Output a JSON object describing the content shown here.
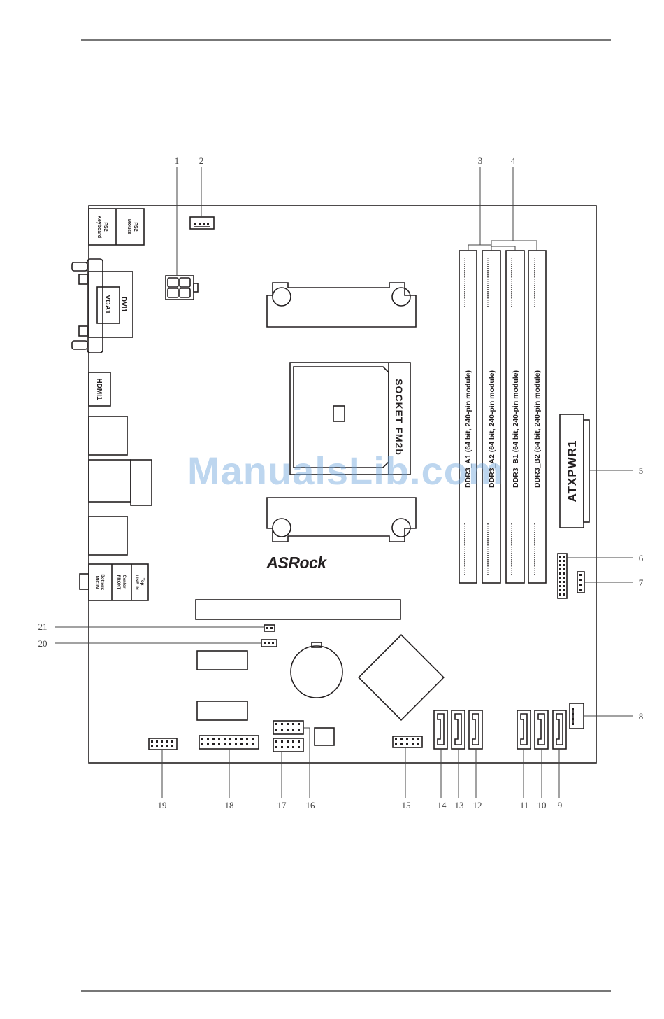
{
  "watermark": "ManualsLib.com",
  "brand_logo": "ASRock",
  "components": {
    "ps2_mouse": [
      "PS2",
      "Mouse"
    ],
    "ps2_keyboard": [
      "PS2",
      "Keyboard"
    ],
    "dvi": "DVI1",
    "vga": "VGA1",
    "hdmi": "HDMI1",
    "socket": "SOCKET FM2b",
    "atx_power": "ATXPWR1",
    "audio_top": [
      "Top:",
      "LINE IN"
    ],
    "audio_center": [
      "Center:",
      "FRONT"
    ],
    "audio_bottom": [
      "Bottom:",
      "MIC IN"
    ],
    "dimm_slots": [
      "DDR3_A1 (64 bit, 240-pin module)",
      "DDR3_A2 (64 bit, 240-pin module)",
      "DDR3_B1 (64 bit, 240-pin module)",
      "DDR3_B2 (64 bit, 240-pin module)"
    ]
  },
  "callouts": [
    "1",
    "2",
    "3",
    "4",
    "5",
    "6",
    "7",
    "8",
    "9",
    "10",
    "11",
    "12",
    "13",
    "14",
    "15",
    "16",
    "17",
    "18",
    "19",
    "20",
    "21"
  ]
}
